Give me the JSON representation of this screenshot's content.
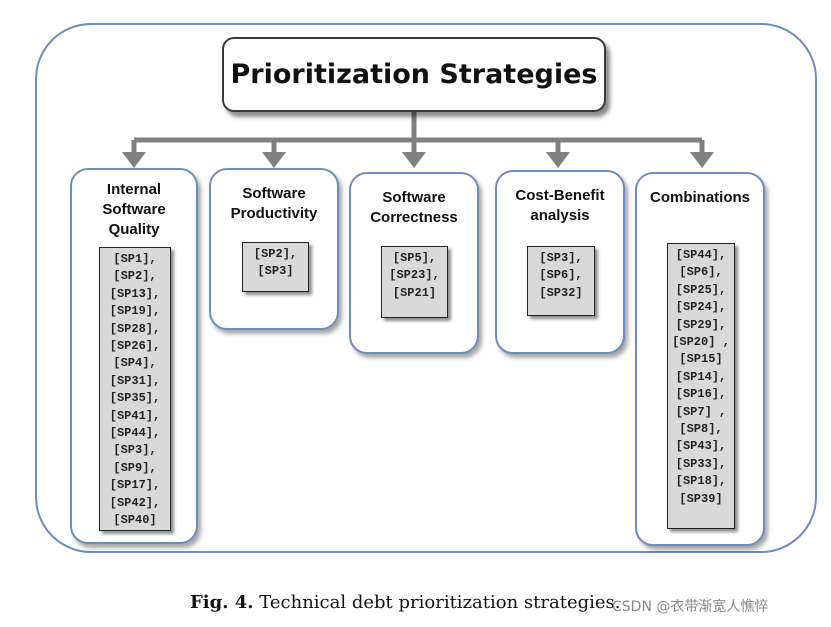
{
  "title": "Prioritization Strategies",
  "categories": [
    {
      "label_lines": [
        "Internal",
        "Software",
        "Quality"
      ],
      "items": [
        "[SP1],",
        "[SP2],",
        "[SP13],",
        "[SP19],",
        "[SP28],",
        "[SP26],",
        "[SP4],",
        "[SP31],",
        "[SP35],",
        "[SP41],",
        "[SP44],",
        "[SP3],",
        "[SP9],",
        "[SP17],",
        "[SP42],",
        "[SP40]"
      ]
    },
    {
      "label_lines": [
        "Software",
        "Productivity"
      ],
      "items": [
        "[SP2],",
        "[SP3]"
      ]
    },
    {
      "label_lines": [
        "Software",
        "Correctness"
      ],
      "items": [
        "[SP5],",
        "[SP23],",
        "[SP21]"
      ]
    },
    {
      "label_lines": [
        "Cost-Benefit",
        "analysis"
      ],
      "items": [
        "[SP3],",
        "[SP6],",
        "[SP32]"
      ]
    },
    {
      "label_lines": [
        "Combinations"
      ],
      "items": [
        "[SP44],",
        "[SP6],",
        "[SP25],",
        "[SP24],",
        "[SP29],",
        "[SP20] ,",
        "[SP15]",
        "[SP14],",
        "[SP16],",
        "[SP7] ,",
        "[SP8],",
        "[SP43],",
        "[SP33],",
        "[SP18],",
        "[SP39]"
      ]
    }
  ],
  "caption": {
    "label": "Fig. 4.",
    "text": "Technical debt prioritization strategies."
  },
  "watermark": "CSDN @衣带渐宽人憔悴",
  "colors": {
    "connector": "#808080",
    "outer_border": "#6a8fbf",
    "item_fill": "#d9d9d9"
  }
}
